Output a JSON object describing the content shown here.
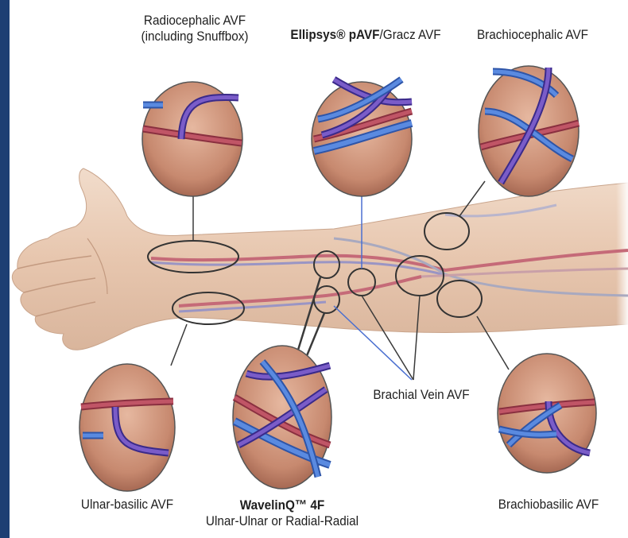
{
  "labels": {
    "radiocephalic_line1": "Radiocephalic AVF",
    "radiocephalic_line2": "(including Snuffbox)",
    "ellipsys_bold": "Ellipsys® pAVF",
    "ellipsys_rest": "/Gracz AVF",
    "brachiocephalic": "Brachiocephalic AVF",
    "brachial_vein": "Brachial Vein AVF",
    "ulnar_basilic": "Ulnar-basilic AVF",
    "wavelinq_bold": "WavelinQ™ 4F",
    "wavelinq_sub": "Ulnar-Ulnar or Radial-Radial",
    "brachiobasilic": "Brachiobasilic AVF"
  },
  "colors": {
    "artery": "#b4505e",
    "artery_dark": "#7e2a3a",
    "vein_blue": "#4a7fd4",
    "vein_purple": "#6a4bb5",
    "skin": "#e8c8b0",
    "inset_bg": "#c88f75",
    "callout_line": "#3a3a3a",
    "side_bar": "#1d3f73"
  }
}
